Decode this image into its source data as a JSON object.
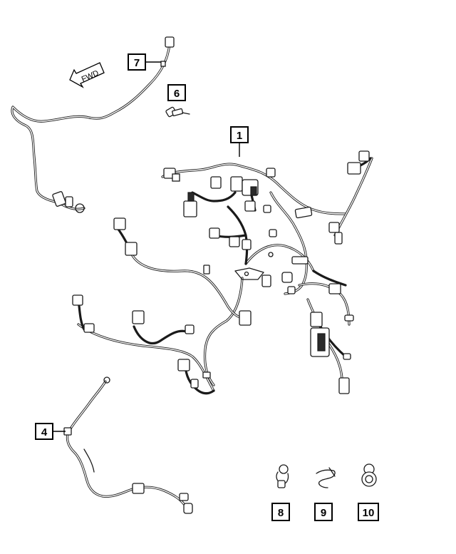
{
  "direction_label": "FWD",
  "callouts": {
    "c1": "1",
    "c4": "4",
    "c6": "6",
    "c7": "7",
    "c8": "8",
    "c9": "9",
    "c10": "10"
  }
}
